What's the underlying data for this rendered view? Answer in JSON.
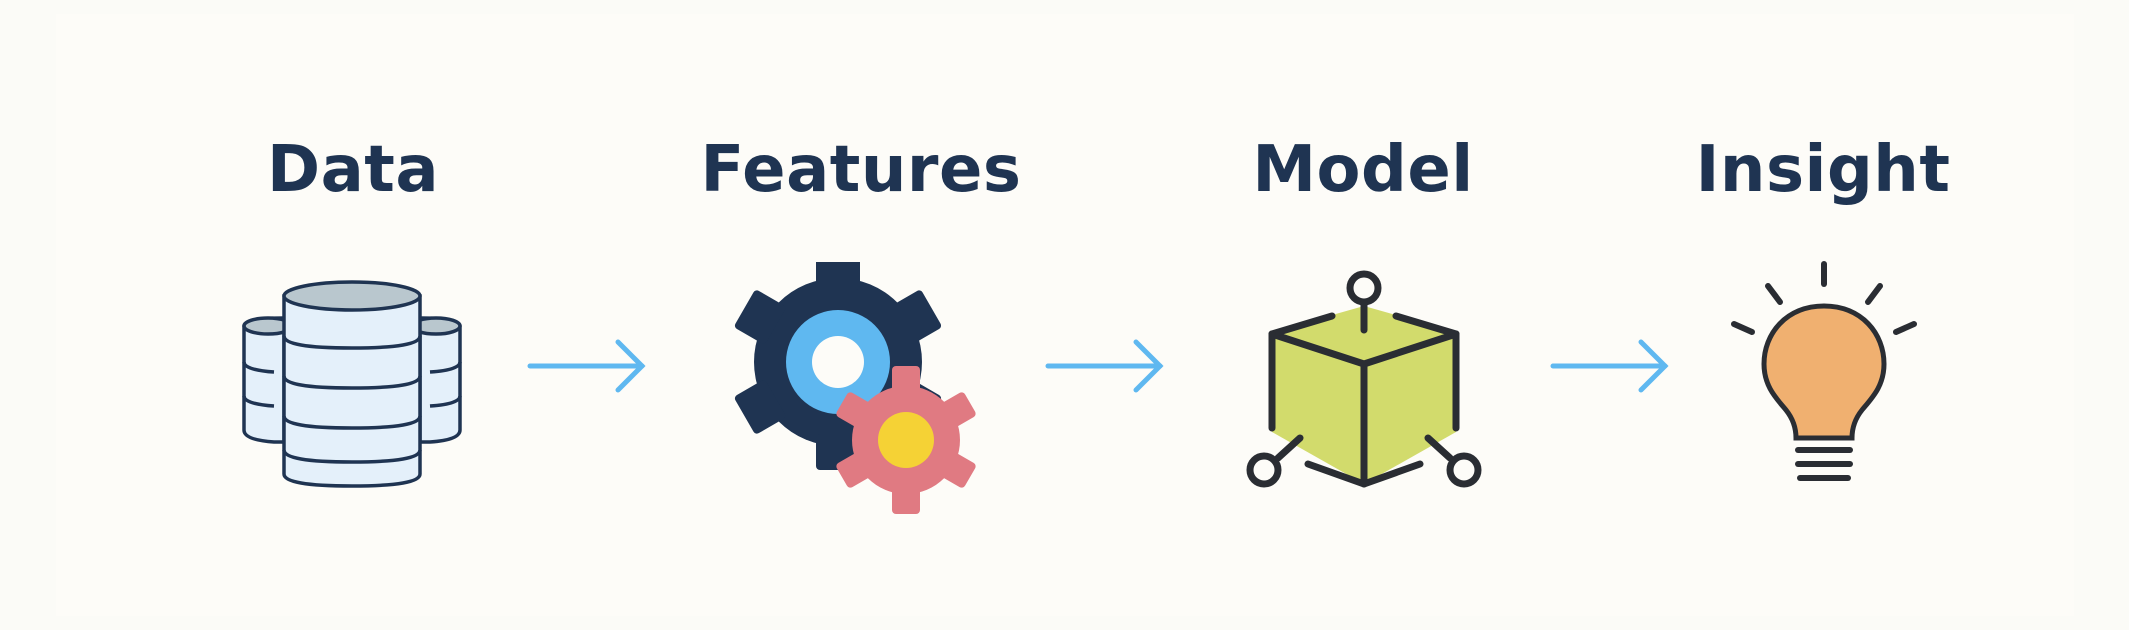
{
  "diagram": {
    "stages": [
      {
        "label": "Data",
        "icon": "database-icon"
      },
      {
        "label": "Features",
        "icon": "gears-icon"
      },
      {
        "label": "Model",
        "icon": "cube-network-icon"
      },
      {
        "label": "Insight",
        "icon": "lightbulb-icon"
      }
    ],
    "colors": {
      "title": "#1f3452",
      "outline": "#1f3452",
      "arrow": "#5fb8f0",
      "database_fill": "#e4f0fa",
      "database_top": "#b9c7ce",
      "gear_dark": "#1f3452",
      "gear_blue": "#5fb8f0",
      "gear_pink": "#e07a82",
      "gear_yellow": "#f5d235",
      "cube_fill": "#d2db6c",
      "bulb_fill": "#f0b070"
    }
  }
}
